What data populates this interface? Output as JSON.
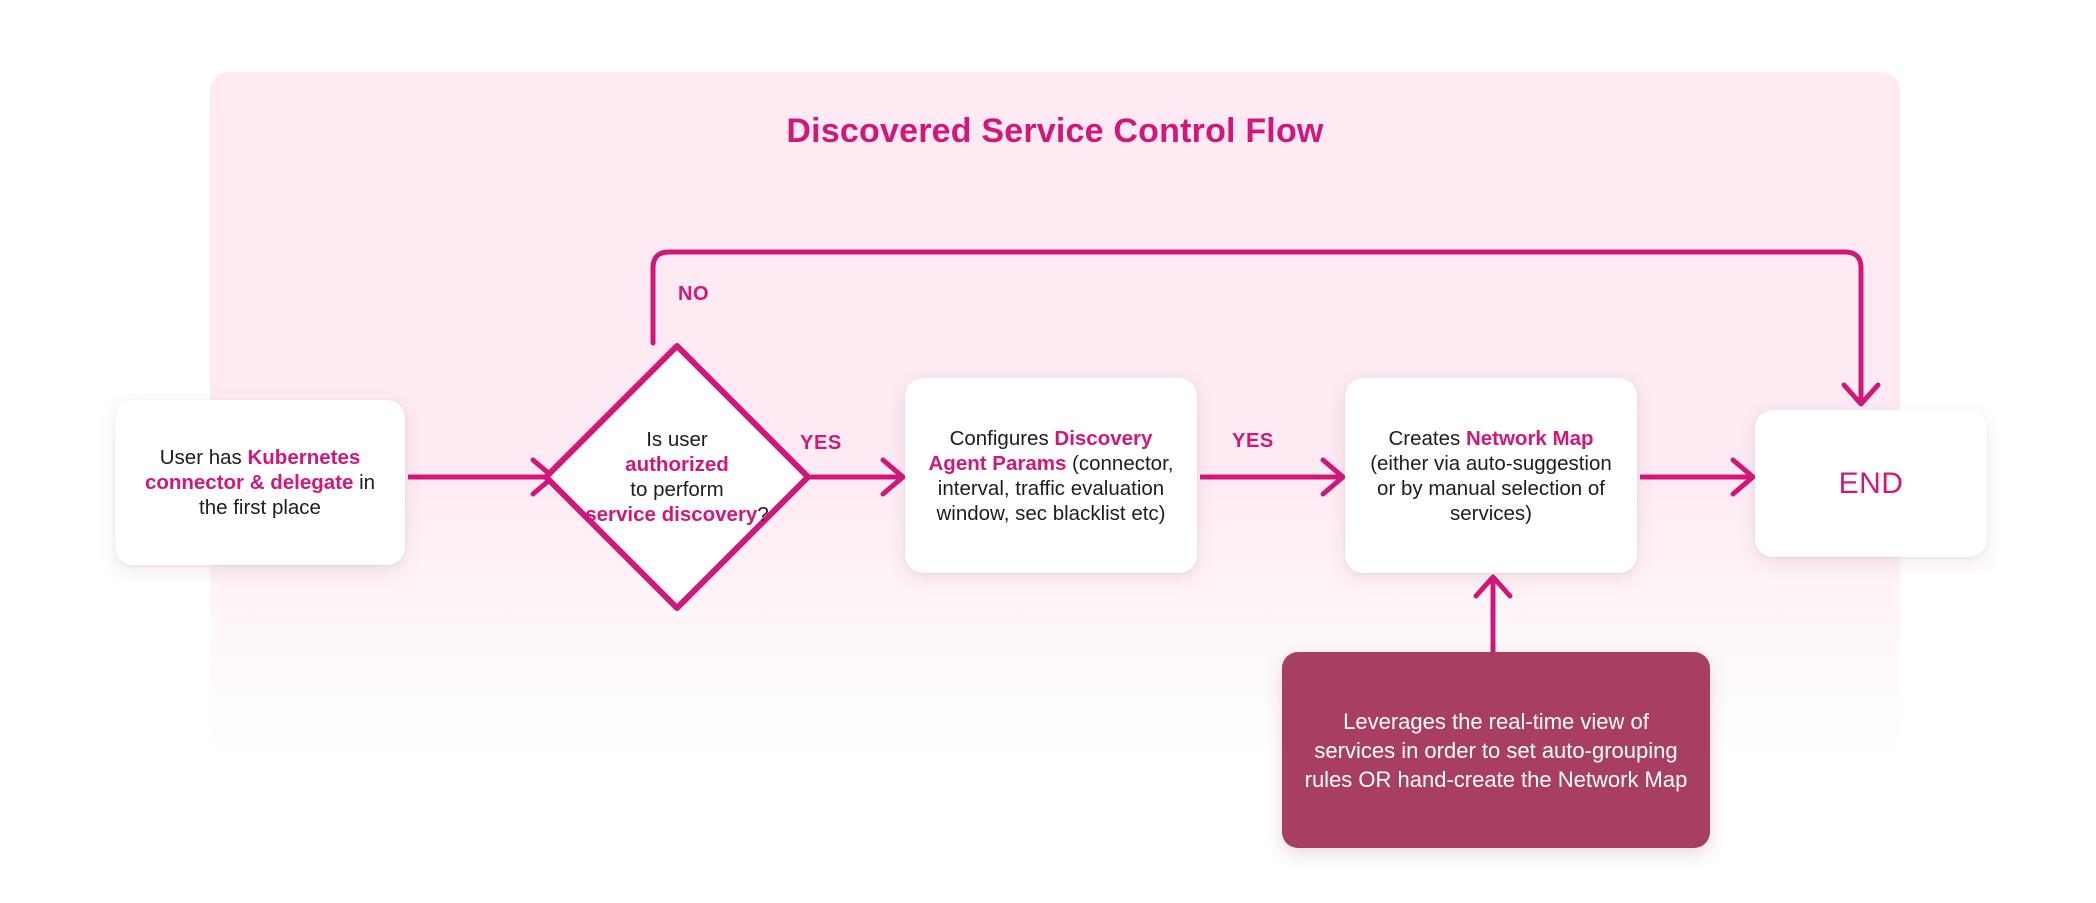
{
  "diagram": {
    "title": "Discovered Service Control Flow",
    "type": "flowchart",
    "colors": {
      "accent": "#d2177a",
      "panel_background": "#fdeaf3",
      "node_background": "#ffffff",
      "note_background": "#a83f60",
      "note_text": "#ffffff",
      "body_text": "#1d1d1d"
    },
    "nodes": {
      "start": {
        "shape": "rounded-rect",
        "text_parts": [
          {
            "text": "User has ",
            "emphasis": false
          },
          {
            "text": "Kubernetes connector & delegate",
            "emphasis": true
          },
          {
            "text": " in the first place",
            "emphasis": false
          }
        ],
        "plain_text": "User has Kubernetes connector & delegate in the first place"
      },
      "decision": {
        "shape": "diamond",
        "line1": "Is user",
        "line2": "authorized",
        "line3": "to perform",
        "line4": "service discovery",
        "line5": "?",
        "plain_text": "Is user authorized to perform service discovery?"
      },
      "config": {
        "shape": "rounded-rect",
        "text_parts": [
          {
            "text": "Configures ",
            "emphasis": false
          },
          {
            "text": "Discovery Agent Params",
            "emphasis": true
          },
          {
            "text": " (connector, interval, traffic evaluation window, sec blacklist etc)",
            "emphasis": false
          }
        ],
        "plain_text": "Configures Discovery Agent Params (connector, interval, traffic evaluation window, sec blacklist etc)"
      },
      "map": {
        "shape": "rounded-rect",
        "text_parts": [
          {
            "text": "Creates ",
            "emphasis": false
          },
          {
            "text": "Network Map",
            "emphasis": true
          },
          {
            "text": " (either via auto-suggestion or by manual selection of services)",
            "emphasis": false
          }
        ],
        "plain_text": "Creates Network Map (either via auto-suggestion or by manual selection of services)"
      },
      "end": {
        "shape": "rounded-rect",
        "label": "END"
      },
      "note": {
        "shape": "rounded-rect-filled",
        "text": "Leverages the real-time view of services in order to set auto-grouping rules OR hand-create the Network Map"
      }
    },
    "edges": [
      {
        "from": "start",
        "to": "decision",
        "label": ""
      },
      {
        "from": "decision",
        "to": "config",
        "label": "YES"
      },
      {
        "from": "config",
        "to": "map",
        "label": "YES"
      },
      {
        "from": "map",
        "to": "end",
        "label": ""
      },
      {
        "from": "decision",
        "to": "end",
        "label": "NO"
      },
      {
        "from": "note",
        "to": "map",
        "label": ""
      }
    ],
    "edge_labels": {
      "no": "NO",
      "yes_1": "YES",
      "yes_2": "YES"
    }
  }
}
